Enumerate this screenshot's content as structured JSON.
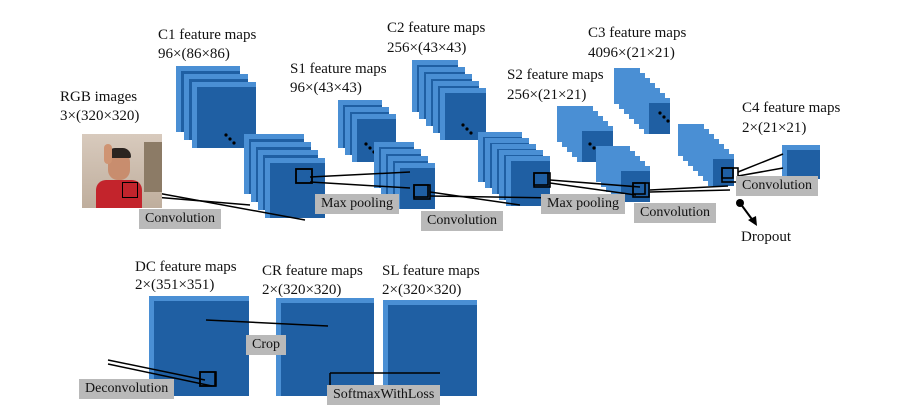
{
  "input": {
    "title": "RGB images",
    "dims": "3×(320×320)",
    "image_label": "photo of a person gesturing"
  },
  "layers": {
    "c1": {
      "title": "C1 feature maps",
      "dims": "96×(86×86)"
    },
    "s1": {
      "title": "S1 feature maps",
      "dims": "96×(43×43)"
    },
    "c2": {
      "title": "C2 feature maps",
      "dims": "256×(43×43)"
    },
    "s2": {
      "title": "S2 feature maps",
      "dims": "256×(21×21)"
    },
    "c3": {
      "title": "C3 feature maps",
      "dims": "4096×(21×21)"
    },
    "c4": {
      "title": "C4 feature maps",
      "dims": "2×(21×21)"
    },
    "dc": {
      "title": "DC feature maps",
      "dims": "2×(351×351)"
    },
    "cr": {
      "title": "CR feature maps",
      "dims": "2×(320×320)"
    },
    "sl": {
      "title": "SL feature maps",
      "dims": "2×(320×320)"
    }
  },
  "operations": {
    "conv1": "Convolution",
    "pool1": "Max pooling",
    "conv2": "Convolution",
    "pool2": "Max pooling",
    "conv3": "Convolution",
    "conv4": "Convolution",
    "dropout": "Dropout",
    "deconv": "Deconvolution",
    "crop": "Crop",
    "softmax": "SoftmaxWithLoss"
  },
  "colors": {
    "map_front": "#1f5fa3",
    "map_back": "#4a8fd4",
    "op_background": "#b9b9b9",
    "line": "#000000"
  }
}
